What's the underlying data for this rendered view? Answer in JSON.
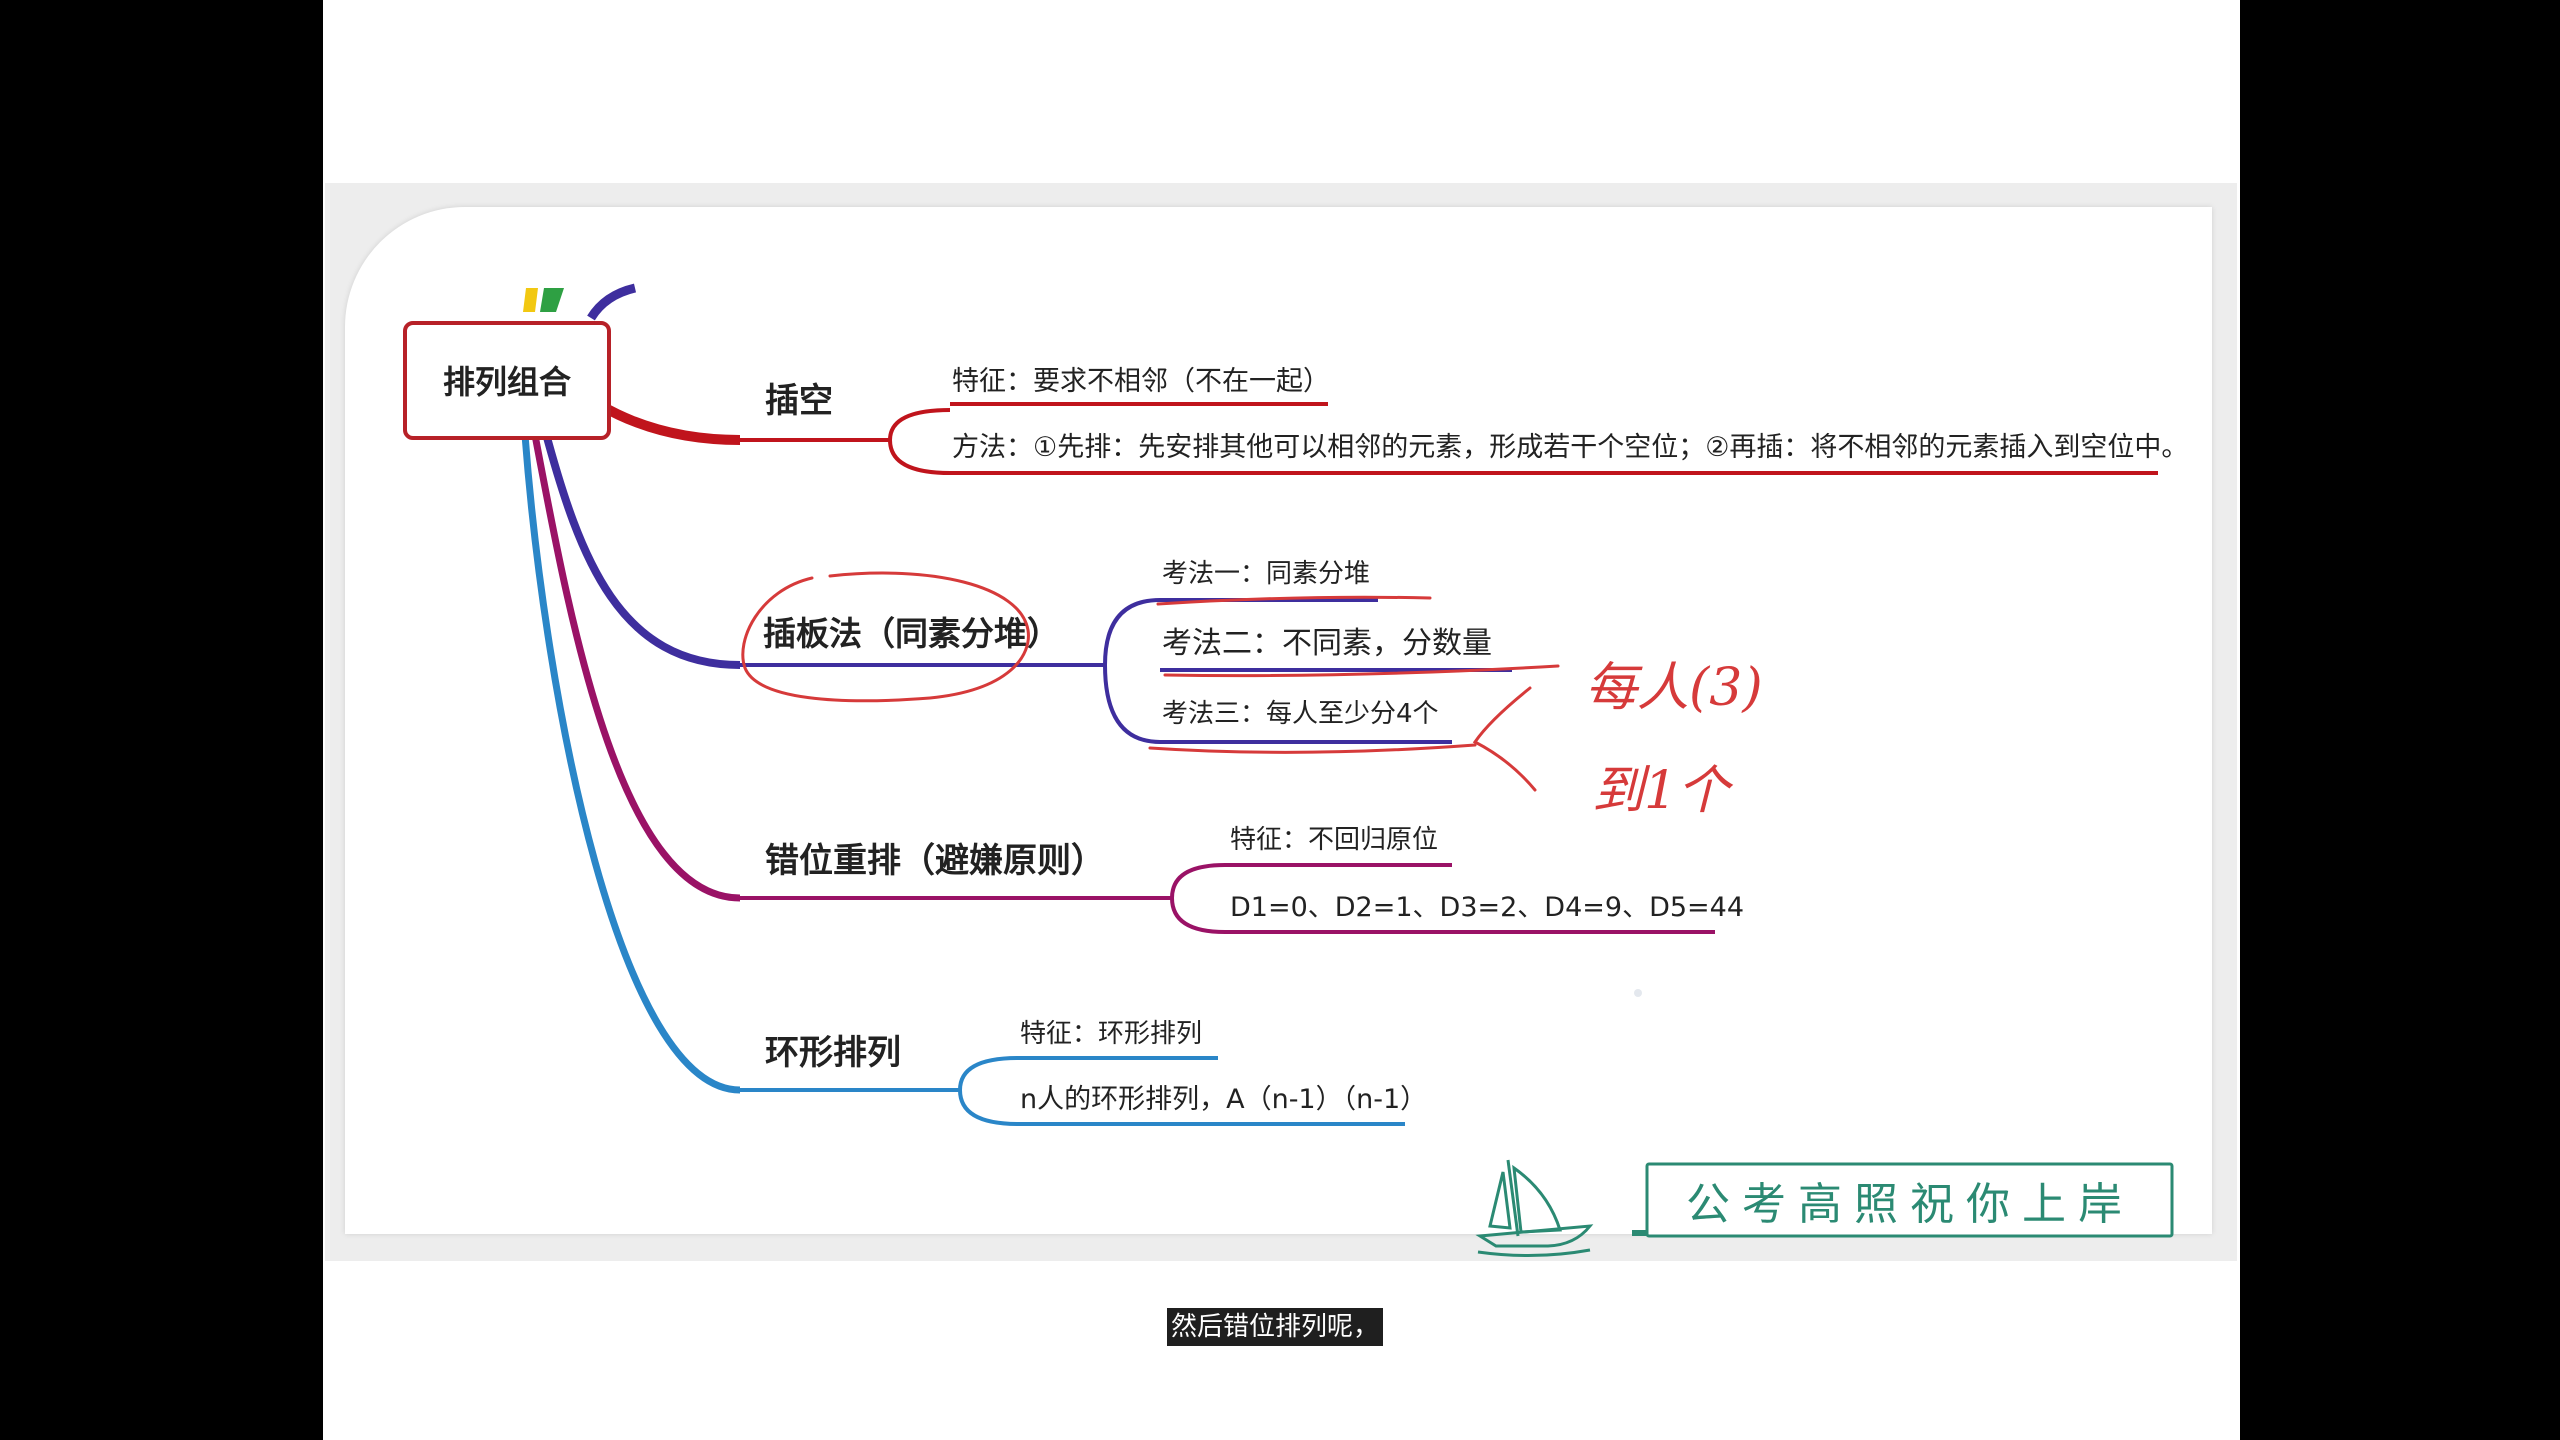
{
  "root": {
    "label": "排列组合"
  },
  "branches": [
    {
      "title": "插空",
      "color": "#c0141c",
      "items": [
        "特征：要求不相邻（不在一起）",
        "方法：①先排：先安排其他可以相邻的元素，形成若干个空位；②再插：将不相邻的元素插入到空位中。"
      ]
    },
    {
      "title": "插板法（同素分堆）",
      "color": "#3e2e9e",
      "items": [
        "考法一：同素分堆",
        "考法二：不同素，分数量",
        "考法三：每人至少分4个"
      ]
    },
    {
      "title": "错位重排（避嫌原则）",
      "color": "#9a1266",
      "items": [
        "特征：不回归原位",
        "D1=0、D2=1、D3=2、D4=9、D5=44"
      ]
    },
    {
      "title": "环形排列",
      "color": "#2a86c8",
      "items": [
        "特征：环形排列",
        "n人的环形排列，A（n-1）（n-1）"
      ]
    }
  ],
  "handwriting": {
    "line1": "每人(3)",
    "line2": "到1个"
  },
  "banner": {
    "text": "公考高照祝你上岸",
    "accent": "#2b8a73"
  },
  "subtitle": {
    "text": "然后错位排列呢，"
  }
}
